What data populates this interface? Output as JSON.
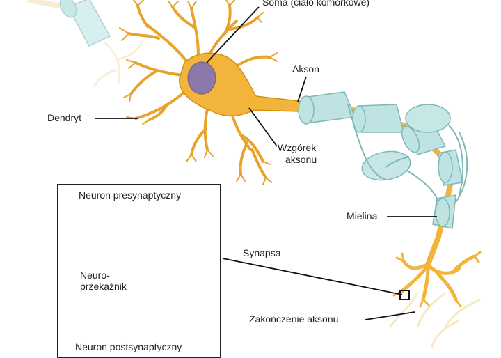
{
  "labels": {
    "soma": "Soma (ciało komórkowe)",
    "akson": "Akson",
    "dendryt": "Dendryt",
    "wzgorek_line1": "Wzgórek",
    "wzgorek_line2": "aksonu",
    "mielina": "Mielina",
    "synapsa": "Synapsa",
    "zakonczenie": "Zakończenie aksonu"
  },
  "inset": {
    "title": "Neuron presynaptyczny",
    "nt_line1": "Neuro-",
    "nt_line2": "przekaźnik",
    "bottom": "Neuron postsynaptyczny"
  },
  "colors": {
    "neuron": "#f2b43a",
    "neuron_edge": "#d58e12",
    "nucleus": "#8c78a8",
    "myelin": "#bfe3e2",
    "myelin_edge": "#7fb8b6",
    "receptor": "#4f5fa8",
    "vesicle": "#a8d6d2"
  }
}
